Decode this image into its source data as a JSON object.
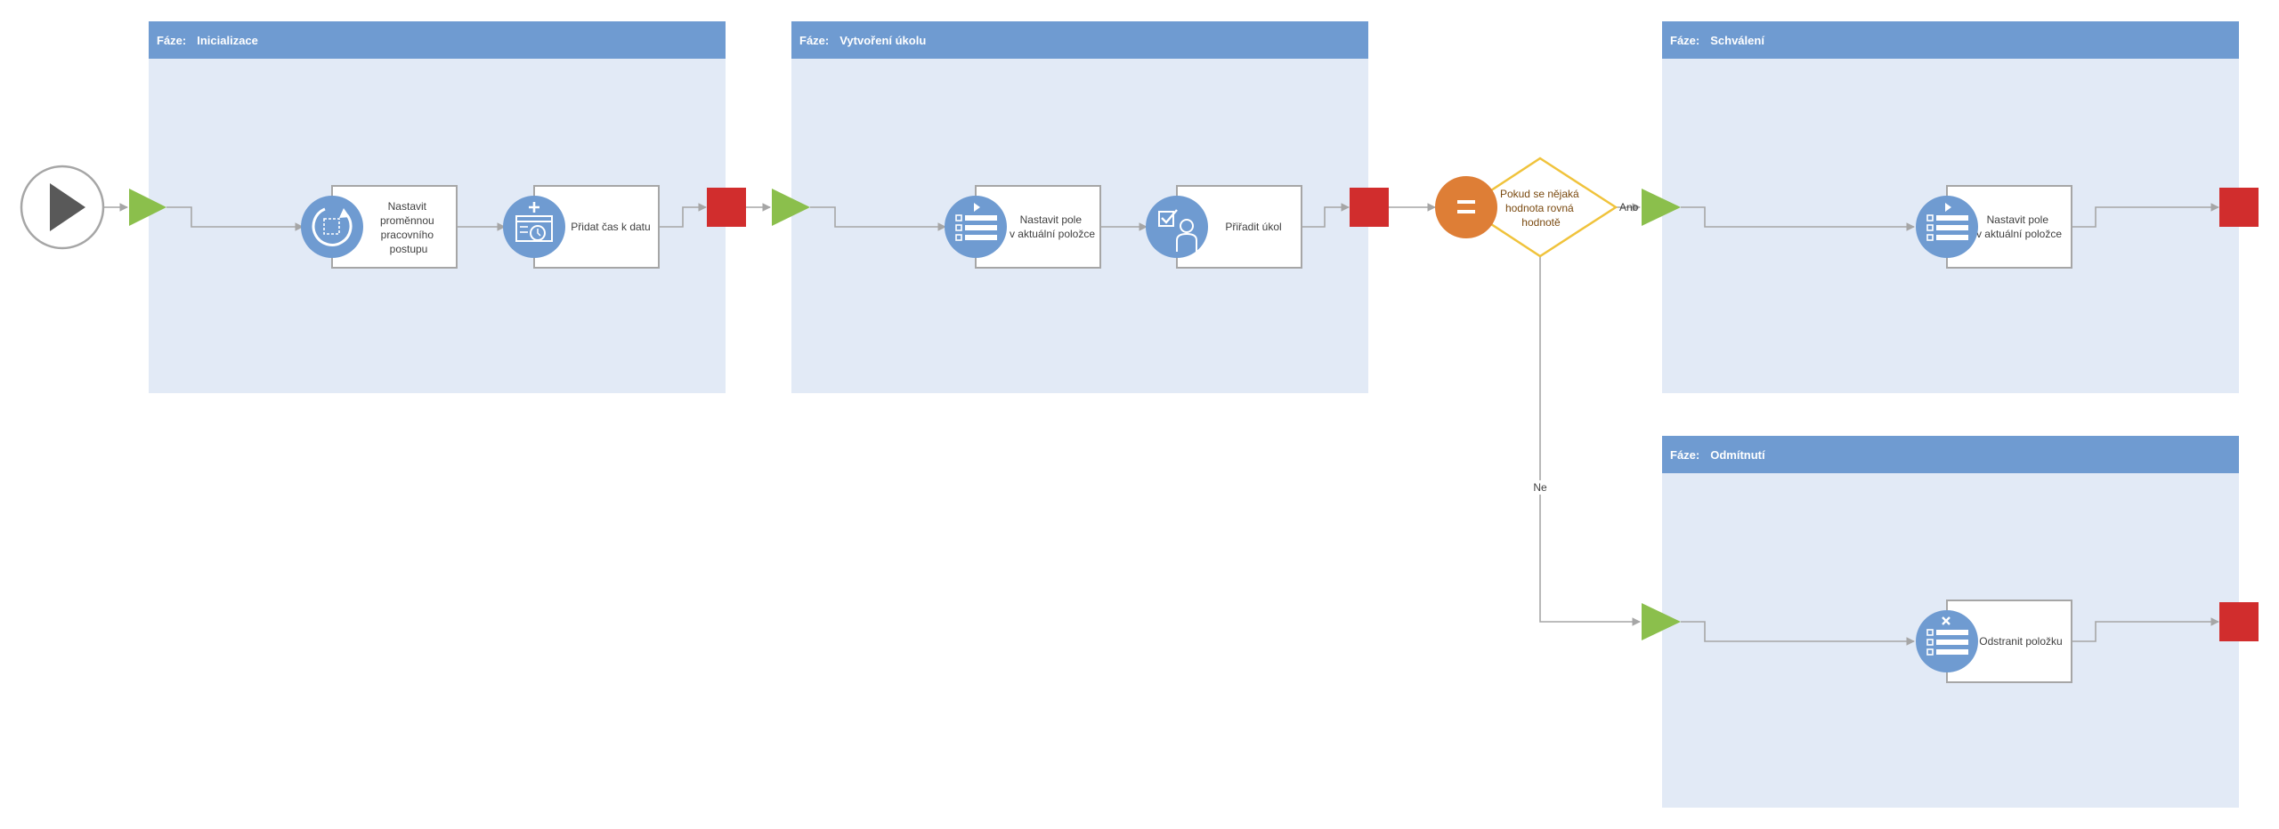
{
  "stages": [
    {
      "id": "init",
      "prefix": "Fáze:",
      "name": "Inicializace"
    },
    {
      "id": "create",
      "prefix": "Fáze:",
      "name": "Vytvoření úkolu"
    },
    {
      "id": "approve",
      "prefix": "Fáze:",
      "name": "Schválení"
    },
    {
      "id": "reject",
      "prefix": "Fáze:",
      "name": "Odmítnutí"
    }
  ],
  "actions": [
    {
      "id": "set-variable",
      "icon": "set-variable-icon",
      "lines": [
        "Nastavit",
        "proměnnou",
        "pracovního",
        "postupu"
      ]
    },
    {
      "id": "add-time",
      "icon": "add-time-to-date-icon",
      "lines": [
        "Přidat čas k datu"
      ]
    },
    {
      "id": "set-field-1",
      "icon": "set-field-icon",
      "lines": [
        "Nastavit pole",
        "v aktuální položce"
      ]
    },
    {
      "id": "assign-task",
      "icon": "assign-task-icon",
      "lines": [
        "Přiřadit úkol"
      ]
    },
    {
      "id": "set-field-2",
      "icon": "set-field-icon",
      "lines": [
        "Nastavit pole",
        "v aktuální položce"
      ]
    },
    {
      "id": "delete-item",
      "icon": "delete-item-icon",
      "lines": [
        "Odstranit položku"
      ]
    }
  ],
  "condition": {
    "icon": "equals-icon",
    "lines": [
      "Pokud se nějaká",
      "hodnota rovná",
      "hodnotě"
    ]
  },
  "branches": {
    "yes": "Ano",
    "no": "Ne"
  },
  "colors": {
    "stage_header": "#6f9bd1",
    "stage_body": "#e2eaf6",
    "entry": "#8bbf4c",
    "exit": "#d12d2d",
    "action_icon": "#6f9bd1",
    "condition_icon": "#de7e36",
    "condition_border": "#f0c33c",
    "connector": "#a6a6a6",
    "start": "#595959"
  }
}
